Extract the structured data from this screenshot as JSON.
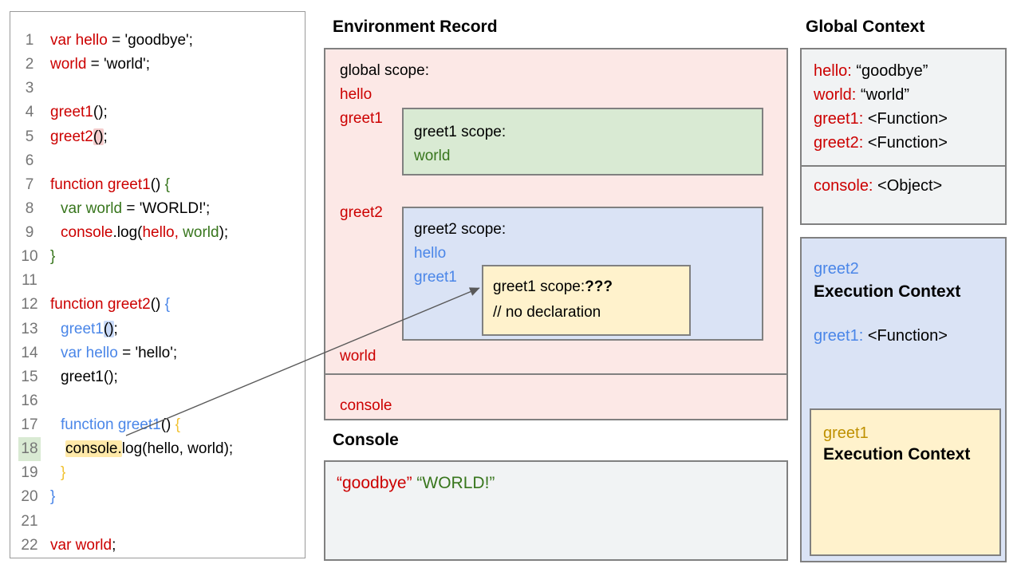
{
  "palette": {
    "code_red": "#cc0000",
    "code_green": "#38761d",
    "code_blue": "#4a86e8",
    "brace_yellow": "#f1c232",
    "gold_text": "#bf9000",
    "line_number_gray": "#757575",
    "pink_bg": "#fce8e6",
    "green_bg": "#d9ead3",
    "blue_bg": "#dae3f5",
    "yellow_bg": "#fff2cc",
    "gray_bg": "#f1f3f4",
    "box_border": "#808080"
  },
  "code_panel": {
    "lines": [
      {
        "n": "1",
        "ind": 0,
        "segs": [
          [
            "var hello",
            "red"
          ],
          [
            " = 'goodbye';",
            "k"
          ]
        ]
      },
      {
        "n": "2",
        "ind": 0,
        "segs": [
          [
            "world",
            "red"
          ],
          [
            " = 'world';",
            "k"
          ]
        ]
      },
      {
        "n": "3",
        "ind": 0,
        "segs": []
      },
      {
        "n": "4",
        "ind": 0,
        "segs": [
          [
            "greet1",
            "red"
          ],
          [
            "();",
            "k"
          ]
        ]
      },
      {
        "n": "5",
        "ind": 0,
        "segs": [
          [
            "greet2",
            "red"
          ],
          [
            "()",
            "k hl-pink"
          ],
          [
            ";",
            "k"
          ]
        ]
      },
      {
        "n": "6",
        "ind": 0,
        "segs": []
      },
      {
        "n": "7",
        "ind": 0,
        "segs": [
          [
            "function greet1",
            "red"
          ],
          [
            "() ",
            "k"
          ],
          [
            "{",
            "green"
          ]
        ]
      },
      {
        "n": "8",
        "ind": 1,
        "segs": [
          [
            "var world",
            "green"
          ],
          [
            " = 'WORLD!';",
            "k"
          ]
        ]
      },
      {
        "n": "9",
        "ind": 1,
        "segs": [
          [
            "console",
            "red"
          ],
          [
            ".log(",
            "k"
          ],
          [
            "hello,",
            "red"
          ],
          [
            " ",
            "k"
          ],
          [
            "world",
            "green"
          ],
          [
            ");",
            "k"
          ]
        ]
      },
      {
        "n": "10",
        "ind": 0,
        "segs": [
          [
            "}",
            "green"
          ]
        ]
      },
      {
        "n": "11",
        "ind": 0,
        "segs": []
      },
      {
        "n": "12",
        "ind": 0,
        "segs": [
          [
            "function greet2",
            "red"
          ],
          [
            "() ",
            "k"
          ],
          [
            "{",
            "blue"
          ]
        ]
      },
      {
        "n": "13",
        "ind": 1,
        "segs": [
          [
            "greet1",
            "blue"
          ],
          [
            "()",
            "k hl-blue"
          ],
          [
            ";",
            "k"
          ]
        ]
      },
      {
        "n": "14",
        "ind": 1,
        "segs": [
          [
            "var hello",
            "blue"
          ],
          [
            " = 'hello';",
            "k"
          ]
        ]
      },
      {
        "n": "15",
        "ind": 1,
        "segs": [
          [
            "greet1();",
            "k"
          ]
        ]
      },
      {
        "n": "16",
        "ind": 0,
        "segs": []
      },
      {
        "n": "17",
        "ind": 1,
        "segs": [
          [
            "function greet1",
            "blue"
          ],
          [
            "() ",
            "k"
          ],
          [
            "{",
            "yellow"
          ]
        ]
      },
      {
        "n": "18",
        "ind": 2,
        "num_hl": true,
        "segs": [
          [
            "console.",
            "k hl-yellow"
          ],
          [
            "log(hello, world);",
            "k"
          ]
        ]
      },
      {
        "n": "19",
        "ind": 1,
        "segs": [
          [
            "}",
            "yellow"
          ]
        ]
      },
      {
        "n": "20",
        "ind": 0,
        "segs": [
          [
            "}",
            "blue"
          ]
        ]
      },
      {
        "n": "21",
        "ind": 0,
        "segs": []
      },
      {
        "n": "22",
        "ind": 0,
        "segs": [
          [
            "var world",
            "red"
          ],
          [
            ";",
            "k"
          ]
        ]
      }
    ]
  },
  "environment_record": {
    "title": "Environment Record",
    "global_scope": {
      "heading": [
        [
          "global scope:",
          "k"
        ]
      ],
      "hello_label": [
        [
          "hello",
          "red"
        ]
      ],
      "greet1_label": [
        [
          "greet1",
          "red"
        ]
      ],
      "greet2_label": [
        [
          "greet2",
          "red"
        ]
      ],
      "world_label": [
        [
          "world",
          "red"
        ]
      ],
      "console_label": [
        [
          "console",
          "red"
        ]
      ],
      "greet1_scope": {
        "heading": [
          [
            "greet1 scope:",
            "k"
          ]
        ],
        "world_label": [
          [
            "world",
            "green"
          ]
        ]
      },
      "greet2_scope": {
        "heading": [
          [
            "greet2 scope:",
            "k"
          ]
        ],
        "hello_label": [
          [
            "hello",
            "blue"
          ]
        ],
        "greet1_label": [
          [
            "greet1",
            "blue"
          ]
        ],
        "greet1_inner_scope": {
          "line1": [
            [
              "greet1 scope:",
              "k"
            ],
            [
              "???",
              "k b"
            ]
          ],
          "line2": [
            [
              "// no declaration",
              "k"
            ]
          ]
        }
      }
    }
  },
  "console_panel": {
    "title": "Console",
    "output": [
      [
        "“goodbye”",
        "red"
      ],
      [
        " ",
        "k"
      ],
      [
        "“WORLD!”",
        "green"
      ]
    ]
  },
  "global_context": {
    "title": "Global Context",
    "rows": [
      [
        [
          "hello:",
          "red"
        ],
        [
          " “goodbye”",
          "k"
        ]
      ],
      [
        [
          "world:",
          "red"
        ],
        [
          " “world”",
          "k"
        ]
      ],
      [
        [
          "greet1:",
          "red"
        ],
        [
          " <Function>",
          "k"
        ]
      ],
      [
        [
          "greet2:",
          "red"
        ],
        [
          " <Function>",
          "k"
        ]
      ]
    ],
    "console_row": [
      [
        "console:",
        "red"
      ],
      [
        " <Object>",
        "k"
      ]
    ]
  },
  "greet2_execution_context": {
    "name": [
      [
        "greet2",
        "blue"
      ]
    ],
    "subtitle": "Execution Context",
    "entry": [
      [
        "greet1:",
        "blue"
      ],
      [
        " <Function>",
        "k"
      ]
    ],
    "greet1_execution_context": {
      "name": [
        [
          "greet1",
          "gold"
        ]
      ],
      "subtitle": "Execution Context"
    }
  }
}
